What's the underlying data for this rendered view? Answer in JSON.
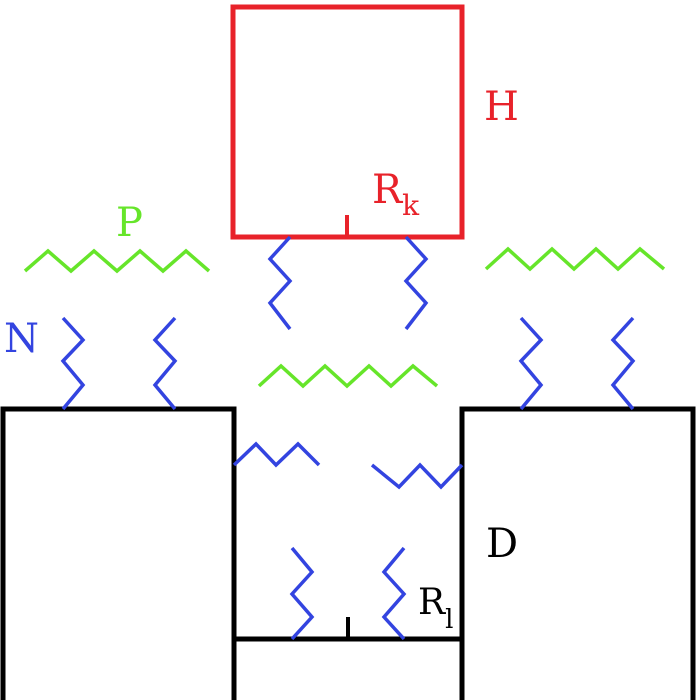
{
  "labels": {
    "H": "H",
    "Rk_main": "R",
    "Rk_sub": "k",
    "P": "P",
    "N": "N",
    "D": "D",
    "Rl_main": "R",
    "Rl_sub": "l"
  },
  "colors": {
    "probe": "#e8222a",
    "polymer": "#66e52a",
    "chain": "#3344e0",
    "substrate": "#000000"
  }
}
